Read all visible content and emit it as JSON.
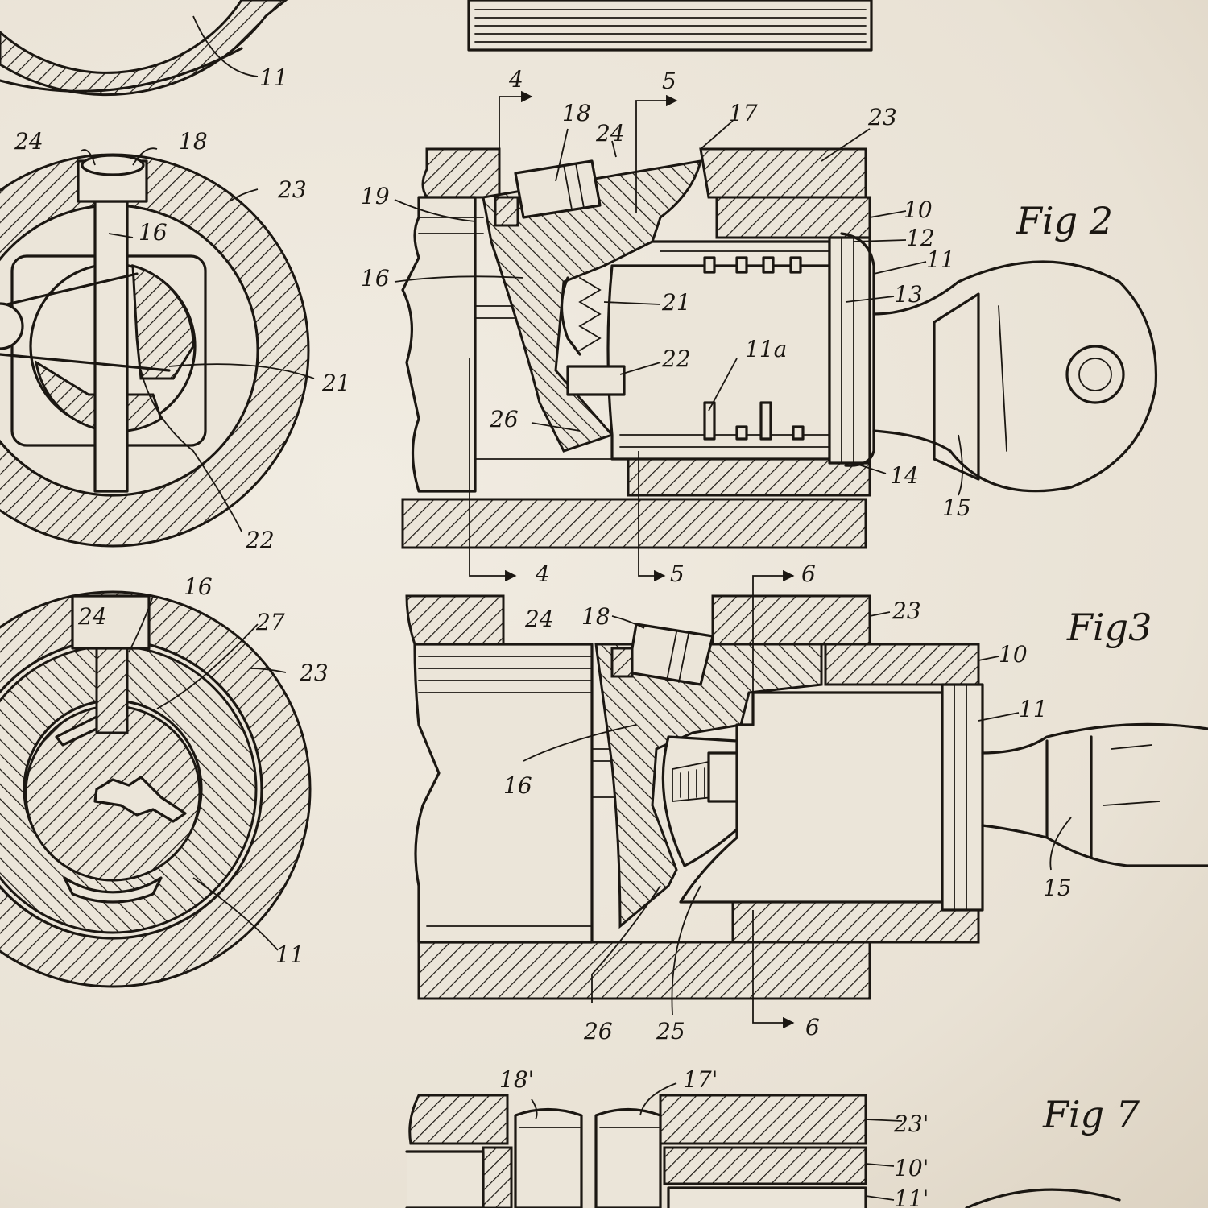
{
  "figures": [
    {
      "title": "Fig 2"
    },
    {
      "title": "Fig3"
    },
    {
      "title": "Fig 7"
    }
  ],
  "section_marks": [
    "4",
    "5",
    "4",
    "5",
    "6",
    "6"
  ],
  "labels": {
    "topleft": [
      "11"
    ],
    "fig4": [
      "24",
      "18",
      "23",
      "16",
      "21",
      "22"
    ],
    "fig5": [
      "24",
      "16",
      "27",
      "23",
      "11"
    ],
    "fig2": [
      "18",
      "24",
      "17",
      "23",
      "19",
      "10",
      "12",
      "11",
      "16",
      "13",
      "21",
      "22",
      "11a",
      "26",
      "14",
      "15"
    ],
    "fig3": [
      "24",
      "18",
      "23",
      "10",
      "11",
      "16",
      "15",
      "26",
      "25"
    ],
    "fig7": [
      "18'",
      "17'",
      "23'",
      "10'",
      "11'"
    ]
  }
}
